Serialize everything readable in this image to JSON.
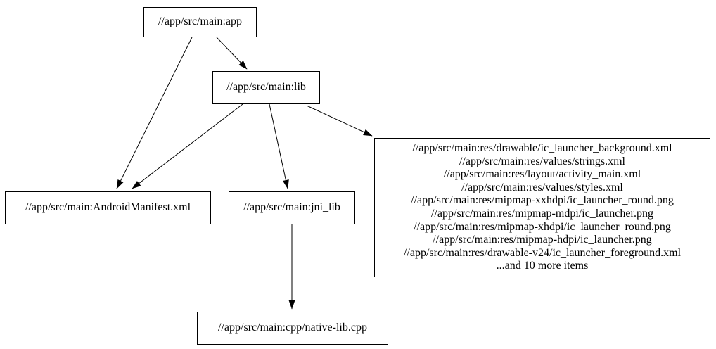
{
  "diagram": {
    "type": "directed-graph",
    "background_color": "#ffffff",
    "node_fill": "#ffffff",
    "node_border_color": "#000000",
    "edge_color": "#000000",
    "text_color": "#000000",
    "nodes": {
      "app": {
        "label": "//app/src/main:app"
      },
      "lib": {
        "label": "//app/src/main:lib"
      },
      "android_manifest": {
        "label": "//app/src/main:AndroidManifest.xml"
      },
      "jni_lib": {
        "label": "//app/src/main:jni_lib"
      },
      "res_group": {
        "lines": [
          "//app/src/main:res/drawable/ic_launcher_background.xml",
          "//app/src/main:res/values/strings.xml",
          "//app/src/main:res/layout/activity_main.xml",
          "//app/src/main:res/values/styles.xml",
          "//app/src/main:res/mipmap-xxhdpi/ic_launcher_round.png",
          "//app/src/main:res/mipmap-mdpi/ic_launcher.png",
          "//app/src/main:res/mipmap-xhdpi/ic_launcher_round.png",
          "//app/src/main:res/mipmap-hdpi/ic_launcher.png",
          "//app/src/main:res/drawable-v24/ic_launcher_foreground.xml",
          "...and 10 more items"
        ]
      },
      "native_lib": {
        "label": "//app/src/main:cpp/native-lib.cpp"
      }
    },
    "edges": [
      {
        "from": "//app/src/main:app",
        "to": "//app/src/main:lib"
      },
      {
        "from": "//app/src/main:app",
        "to": "//app/src/main:AndroidManifest.xml"
      },
      {
        "from": "//app/src/main:lib",
        "to": "//app/src/main:AndroidManifest.xml"
      },
      {
        "from": "//app/src/main:lib",
        "to": "//app/src/main:jni_lib"
      },
      {
        "from": "//app/src/main:lib",
        "to": "res_group"
      },
      {
        "from": "//app/src/main:jni_lib",
        "to": "//app/src/main:cpp/native-lib.cpp"
      }
    ]
  }
}
